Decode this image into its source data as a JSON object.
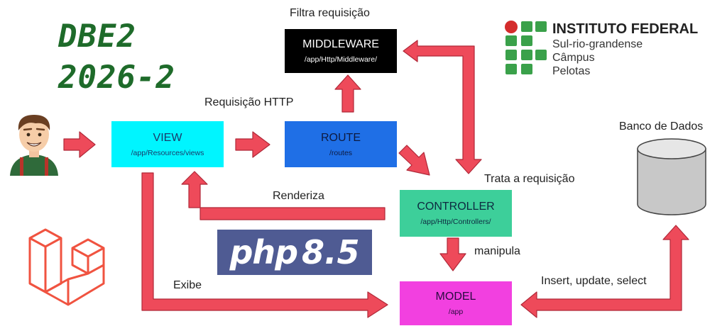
{
  "course": {
    "line1": "DBE2",
    "line2": "2026-2"
  },
  "institution": {
    "name": "INSTITUTO FEDERAL",
    "line1": "Sul-rio-grandense",
    "line2": "Câmpus",
    "line3": "Pelotas"
  },
  "boxes": {
    "view": {
      "title": "VIEW",
      "path": "/app/Resources/views"
    },
    "route": {
      "title": "ROUTE",
      "path": "/routes"
    },
    "middleware": {
      "title": "MIDDLEWARE",
      "path": "/app/Http/Middleware/"
    },
    "controller": {
      "title": "CONTROLLER",
      "path": "/app/Http/Controllers/"
    },
    "model": {
      "title": "MODEL",
      "path": "/app"
    }
  },
  "labels": {
    "filter": "Filtra requisição",
    "http_request": "Requisição HTTP",
    "handle": "Trata a requisição",
    "render": "Renderiza",
    "manipulate": "manipula",
    "display": "Exibe",
    "db_ops": "Insert, update, select",
    "database": "Banco de Dados"
  },
  "php_logo": {
    "text": "php",
    "version": "8.5"
  },
  "colors": {
    "arrow": "#ee4a5a",
    "arrow_outline": "#b02838",
    "view": "#00f5ff",
    "route": "#1f6fe6",
    "middleware": "#000000",
    "controller": "#3dcf9a",
    "model": "#f240e0",
    "course_text": "#1e6b2a",
    "if_green": "#3aa14a",
    "if_red": "#d42c2c",
    "laravel": "#f05340",
    "php_bg": "#4f5b93"
  },
  "icons": [
    "user-avatar-icon",
    "laravel-logo-icon",
    "database-icon",
    "if-logo-icon"
  ]
}
